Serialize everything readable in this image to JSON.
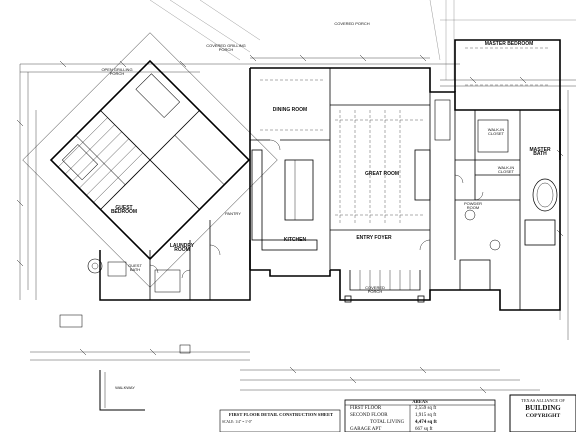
{
  "sheet": {
    "title": "FIRST FLOOR DETAIL CONSTRUCTION SHEET",
    "scale": "SCALE: 1/4\" = 1'-0\""
  },
  "rooms": {
    "covered_porch_top": "COVERED PORCH",
    "covered_porch_left": "COVERED GRILLING PORCH",
    "open_grilling_porch": "OPEN GRILLING PORCH",
    "master_bedroom": "MASTER BEDROOM",
    "dining_room": "DINING ROOM",
    "great_room": "GREAT ROOM",
    "walk_in_closet_1": "WALK-IN CLOSET",
    "walk_in_closet_2": "WALK-IN CLOSET",
    "master_bath": "MASTER BATH",
    "powder_room": "POWDER ROOM",
    "guest_bedroom": "GUEST BEDROOM",
    "guest_bath": "GUEST BATH",
    "kitchen": "KITCHEN",
    "pantry": "PANTRY",
    "laundry_room": "LAUNDRY ROOM",
    "entry_foyer": "ENTRY FOYER",
    "covered_porch_front": "COVERED PORCH",
    "walkway": "WALKWAY"
  },
  "areas": {
    "heading": "AREAS",
    "rows": [
      {
        "label": "FIRST FLOOR",
        "value": "2,559 sq ft"
      },
      {
        "label": "SECOND FLOOR",
        "value": "1,915 sq ft"
      },
      {
        "label": "TOTAL LIVING",
        "value": "4,474 sq ft"
      },
      {
        "label": "GARAGE APT",
        "value": "667 sq ft"
      }
    ]
  },
  "title_block": {
    "line1": "TEXAS ALLIANCE OF",
    "line2": "BUILDING",
    "line3": "COPYRIGHT"
  }
}
